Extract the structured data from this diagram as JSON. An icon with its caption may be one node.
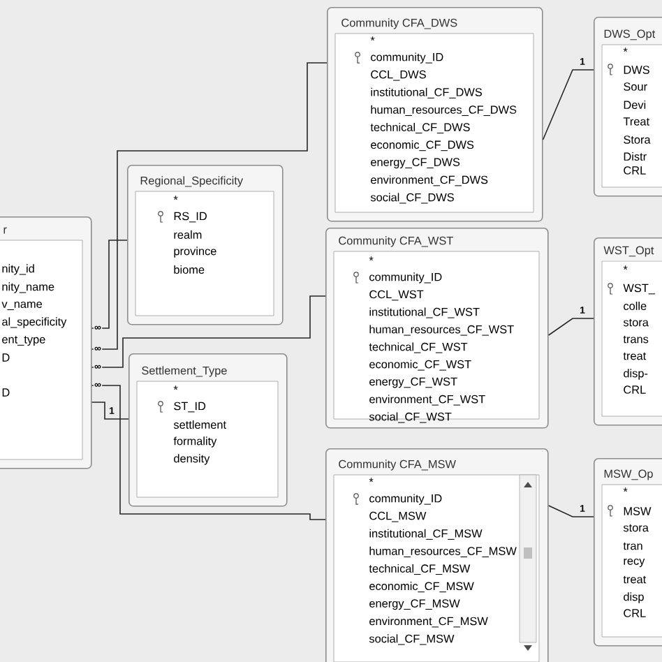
{
  "diagram": {
    "nodes": [
      {
        "text": [
          "r",
          "nity_id",
          "nity_name",
          "v_name",
          "al_specificity",
          "ent_type",
          "D",
          "D"
        ]
      },
      {
        "text": [
          "Regional_Specificity",
          "*",
          "RS_ID",
          "realm",
          "province",
          "biome"
        ]
      },
      {
        "text": [
          "Settlement_Type",
          "*",
          "ST_ID",
          "settlement",
          "formality",
          "density"
        ]
      },
      {
        "text": [
          "Community CFA_DWS",
          "*",
          "community_ID",
          "CCL_DWS",
          "institutional_CF_DWS",
          "human_resources_CF_DWS",
          "technical_CF_DWS",
          "economic_CF_DWS",
          "energy_CF_DWS",
          "environment_CF_DWS",
          "social_CF_DWS"
        ]
      },
      {
        "text": [
          "Community CFA_WST",
          "*",
          "community_ID",
          "CCL_WST",
          "institutional_CF_WST",
          "human_resources_CF_WST",
          "technical_CF_WST",
          "economic_CF_WST",
          "energy_CF_WST",
          "environment_CF_WST",
          "social_CF_WST"
        ]
      },
      {
        "text": [
          "Community CFA_MSW",
          "*",
          "community_ID",
          "CCL_MSW",
          "institutional_CF_MSW",
          "human_resources_CF_MSW",
          "technical_CF_MSW",
          "economic_CF_MSW",
          "energy_CF_MSW",
          "environment_CF_MSW",
          "social_CF_MSW"
        ]
      },
      {
        "text": [
          "DWS_Opt",
          "*",
          "DWS",
          "Sour",
          "Devi",
          "Treat",
          "Stora",
          "Distr",
          "CRL"
        ]
      },
      {
        "text": [
          "WST_Opt",
          "*",
          "WST_",
          "colle",
          "stora",
          "trans",
          "treat",
          "disp-",
          "CRL"
        ]
      },
      {
        "text": [
          "MSW_Op",
          "*",
          "MSW",
          "stora",
          "tran",
          "recy",
          "treat",
          "disp",
          "CRL"
        ]
      }
    ],
    "edges": [
      {
        "from": 0,
        "to": 1,
        "arrow": "none",
        "label": "∞"
      },
      {
        "from": 0,
        "to": 3,
        "arrow": "none",
        "label": "∞"
      },
      {
        "from": 0,
        "to": 4,
        "arrow": "none",
        "label": "∞"
      },
      {
        "from": 0,
        "to": 5,
        "arrow": "none",
        "label": "∞"
      },
      {
        "from": 0,
        "to": 2,
        "arrow": "none",
        "label": "1"
      },
      {
        "from": 3,
        "to": 6,
        "arrow": "none",
        "label": "1"
      },
      {
        "from": 4,
        "to": 7,
        "arrow": "none",
        "label": "1"
      },
      {
        "from": 5,
        "to": 8,
        "arrow": "none",
        "label": "1"
      }
    ]
  }
}
